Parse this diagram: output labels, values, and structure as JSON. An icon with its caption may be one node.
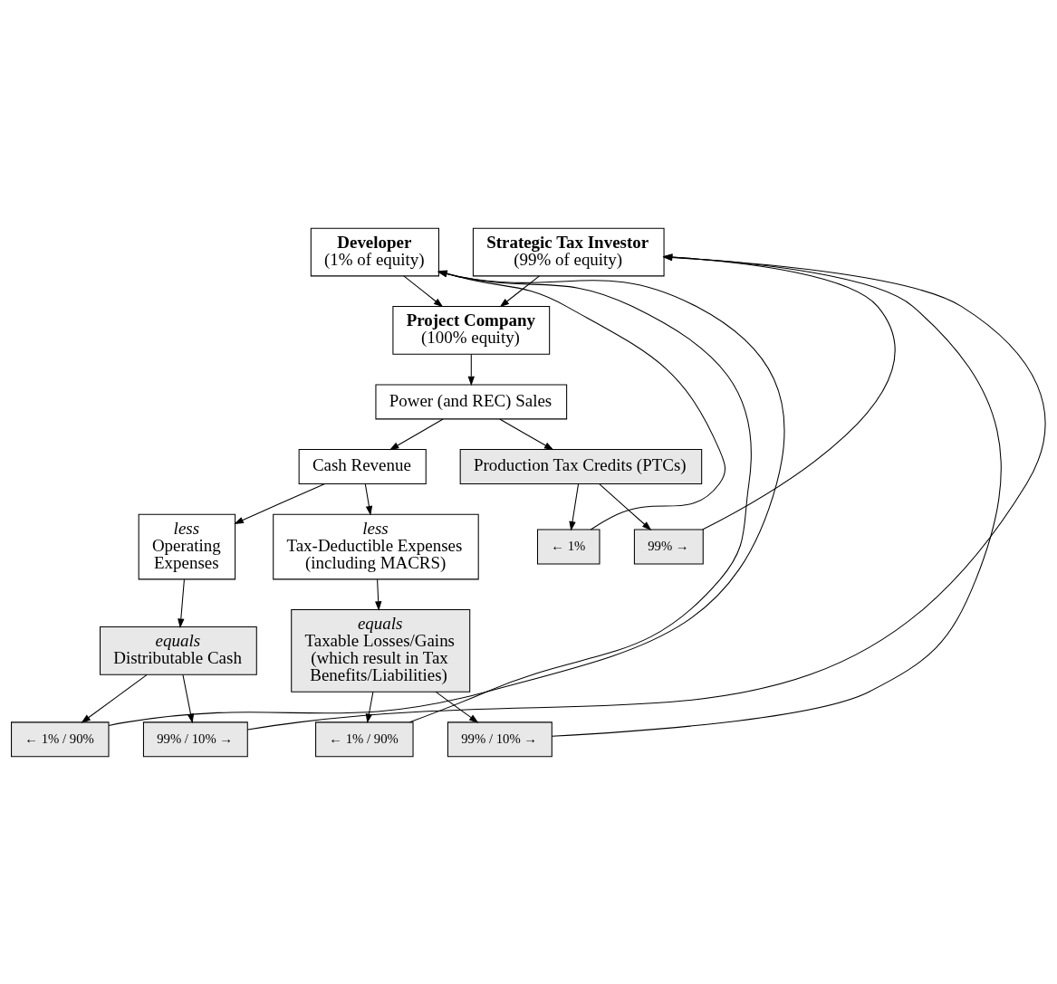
{
  "diagram": {
    "nodes": [
      {
        "text": [
          "Developer",
          "(1% of equity)"
        ]
      },
      {
        "text": [
          "Strategic Tax Investor",
          "(99% of equity)"
        ]
      },
      {
        "text": [
          "Project Company",
          "(100% equity)"
        ]
      },
      {
        "text": [
          "Power (and REC) Sales"
        ]
      },
      {
        "text": [
          "Cash Revenue"
        ]
      },
      {
        "text": [
          "Production Tax Credits (PTCs)"
        ]
      },
      {
        "text": [
          "less",
          "Operating Expenses"
        ]
      },
      {
        "text": [
          "less",
          "Tax-Deductible Expenses (including MACRS)"
        ]
      },
      {
        "text": [
          "equals",
          "Distributable Cash"
        ]
      },
      {
        "text": [
          "equals",
          "Taxable Losses/Gains (which result in Tax Benefits/Liabilities)"
        ]
      },
      {
        "text": [
          "← 1%"
        ]
      },
      {
        "text": [
          "99% →"
        ]
      },
      {
        "text": [
          "← 1% / 90%"
        ]
      },
      {
        "text": [
          "99% / 10% →"
        ]
      },
      {
        "text": [
          "← 1% / 90%"
        ]
      },
      {
        "text": [
          "99% / 10% →"
        ]
      }
    ],
    "edges": [
      {
        "from": 0,
        "to": 2,
        "arrow": "to"
      },
      {
        "from": 1,
        "to": 2,
        "arrow": "to"
      },
      {
        "from": 2,
        "to": 3,
        "arrow": "to"
      },
      {
        "from": 3,
        "to": 4,
        "arrow": "to"
      },
      {
        "from": 3,
        "to": 5,
        "arrow": "to"
      },
      {
        "from": 5,
        "to": 10,
        "arrow": "to"
      },
      {
        "from": 5,
        "to": 11,
        "arrow": "to"
      },
      {
        "from": 10,
        "to": 0,
        "arrow": "to"
      },
      {
        "from": 11,
        "to": 1,
        "arrow": "to"
      },
      {
        "from": 4,
        "to": 6,
        "arrow": "to"
      },
      {
        "from": 4,
        "to": 7,
        "arrow": "to"
      },
      {
        "from": 6,
        "to": 8,
        "arrow": "to"
      },
      {
        "from": 7,
        "to": 9,
        "arrow": "to"
      },
      {
        "from": 9,
        "to": 12,
        "arrow": "to"
      },
      {
        "from": 9,
        "to": 13,
        "arrow": "to"
      },
      {
        "from": 12,
        "to": 0,
        "arrow": "to"
      },
      {
        "from": 13,
        "to": 1,
        "arrow": "to"
      },
      {
        "from": 8,
        "to": 14,
        "arrow": "to"
      },
      {
        "from": 8,
        "to": 15,
        "arrow": "to"
      },
      {
        "from": 14,
        "to": 0,
        "arrow": "to"
      },
      {
        "from": 15,
        "to": 1,
        "arrow": "to"
      }
    ]
  }
}
